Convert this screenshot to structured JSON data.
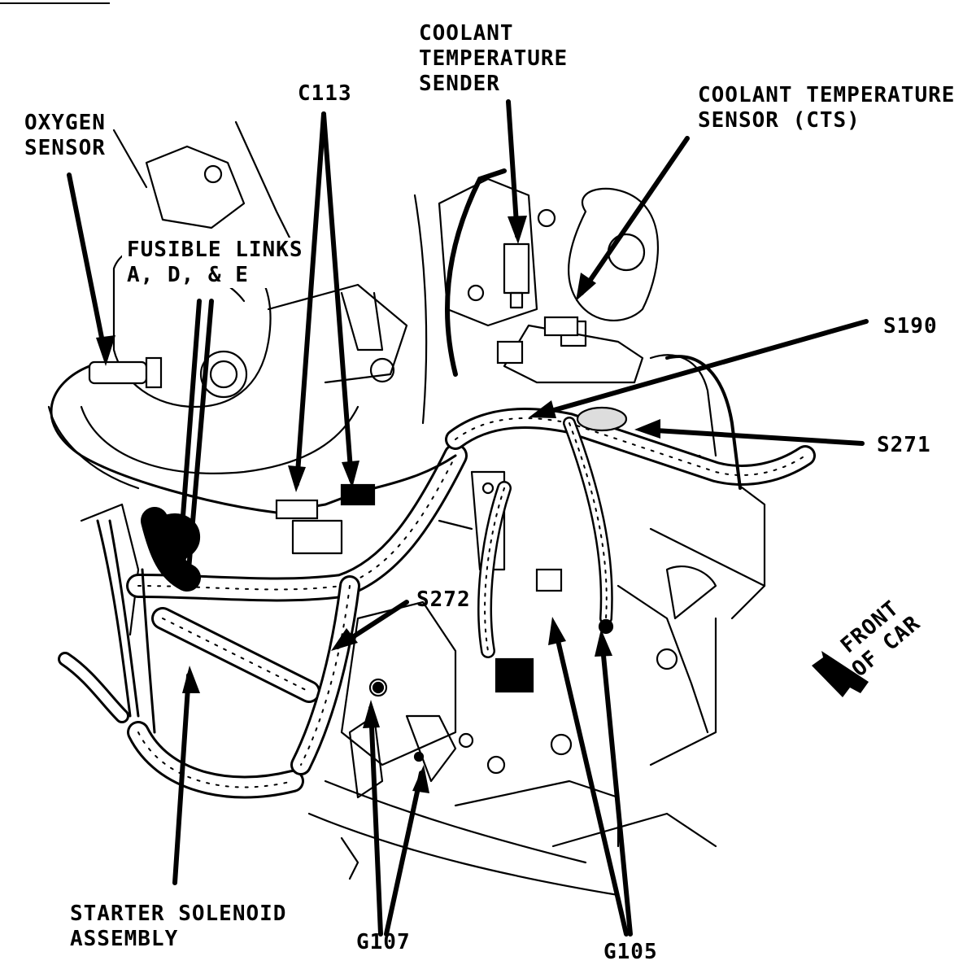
{
  "labels": {
    "coolant_temperature_sender": [
      "COOLANT",
      "TEMPERATURE",
      "SENDER"
    ],
    "c113": "C113",
    "coolant_temperature_sensor": [
      "COOLANT TEMPERATURE",
      "SENSOR (CTS)"
    ],
    "oxygen_sensor": [
      "OXYGEN",
      "SENSOR"
    ],
    "fusible_links": [
      "FUSIBLE LINKS",
      "A, D, & E"
    ],
    "s190": "S190",
    "s271": "S271",
    "s272": "S272",
    "front_of_car": [
      "FRONT",
      "OF CAR"
    ],
    "starter_solenoid": [
      "STARTER SOLENOID",
      "ASSEMBLY"
    ],
    "g107": "G107",
    "g105": "G105"
  },
  "colors": {
    "ink": "#000000",
    "paper": "#ffffff"
  }
}
